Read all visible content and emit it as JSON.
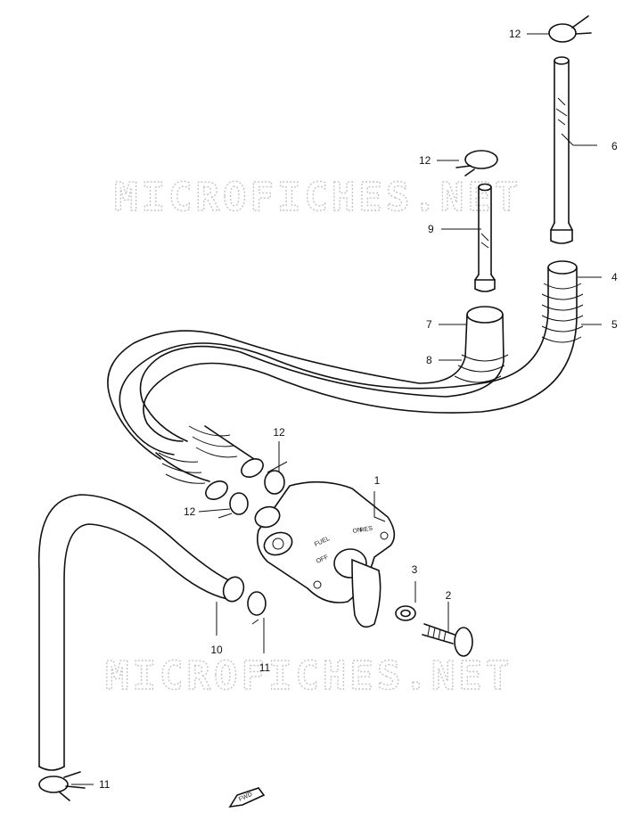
{
  "watermark": "MICROFICHES.NET",
  "valve_markings": {
    "fuel": "FUEL",
    "res": "RES",
    "off": "OFF",
    "on": "ON"
  },
  "fwd_label": "FWD",
  "callouts": [
    {
      "id": "c1",
      "label": "1"
    },
    {
      "id": "c2",
      "label": "2"
    },
    {
      "id": "c3",
      "label": "3"
    },
    {
      "id": "c4",
      "label": "4"
    },
    {
      "id": "c5",
      "label": "5"
    },
    {
      "id": "c6",
      "label": "6"
    },
    {
      "id": "c7",
      "label": "7"
    },
    {
      "id": "c8",
      "label": "8"
    },
    {
      "id": "c9",
      "label": "9"
    },
    {
      "id": "c10",
      "label": "10"
    },
    {
      "id": "c11a",
      "label": "11"
    },
    {
      "id": "c11b",
      "label": "11"
    },
    {
      "id": "c12a",
      "label": "12"
    },
    {
      "id": "c12b",
      "label": "12"
    },
    {
      "id": "c12c",
      "label": "12"
    },
    {
      "id": "c12d",
      "label": "12"
    }
  ]
}
